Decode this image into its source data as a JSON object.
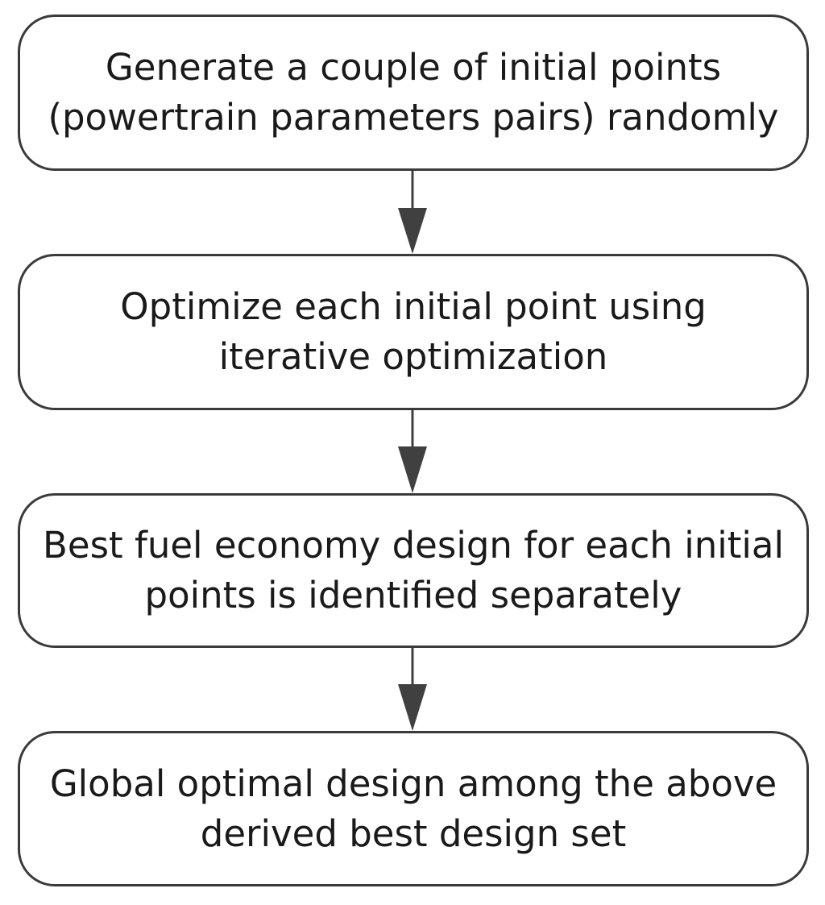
{
  "diagram": {
    "steps": [
      {
        "id": "generate-initial-points",
        "lines": [
          "Generate a couple of initial points",
          "(powertrain parameters pairs) randomly"
        ]
      },
      {
        "id": "optimize-each-point",
        "lines": [
          "Optimize each initial point using",
          "iterative optimization"
        ]
      },
      {
        "id": "identify-best-design",
        "lines": [
          "Best fuel economy design for each initial",
          "points is identified separately"
        ]
      },
      {
        "id": "global-optimal-design",
        "lines": [
          "Global optimal design among the above",
          "derived best design set"
        ]
      }
    ],
    "colors": {
      "border": "#3a3a3a",
      "arrow": "#404040",
      "text": "#1a1a1a",
      "background": "#ffffff"
    }
  }
}
